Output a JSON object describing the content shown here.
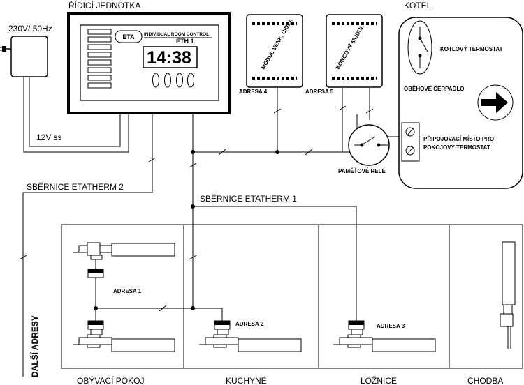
{
  "title": "ŘÍDICÍ JEDNOTKA",
  "power": "230V/ 50Hz",
  "supply": "12V ss",
  "panel": {
    "brand": "INDIVIDUAL ROOM CONTROL",
    "model": "ETH 1",
    "time": "14:38"
  },
  "boiler": {
    "title": "KOTEL",
    "thermostat": "KOTLOVÝ TERMOSTAT",
    "pump": "OBĚHOVÉ ČERPADLO",
    "connection_line1": "PŘIPOJOVACÍ MÍSTO PRO",
    "connection_line2": "POKOJOVÝ TERMOSTAT"
  },
  "modules": {
    "outdoor": "MODUL VENK. ČIDLA",
    "outdoor_address": "ADRESA 4",
    "terminal": "KONCOVÝ MODUL",
    "terminal_address": "ADRESA 5"
  },
  "relay": "PAMĚŤOVÉ RELÉ",
  "bus1": "SBĚRNICE ETATHERM 1",
  "bus2": "SBĚRNICE ETATHERM 2",
  "more": "DALŠÍ ADRESY",
  "addresses": {
    "a1": "ADRESA 1",
    "a2": "ADRESA 2",
    "a3": "ADRESA 3"
  },
  "rooms": {
    "living": "OBÝVACÍ POKOJ",
    "kitchen": "KUCHYNĚ",
    "bedroom": "LOŽNICE",
    "hall": "CHODBA"
  }
}
